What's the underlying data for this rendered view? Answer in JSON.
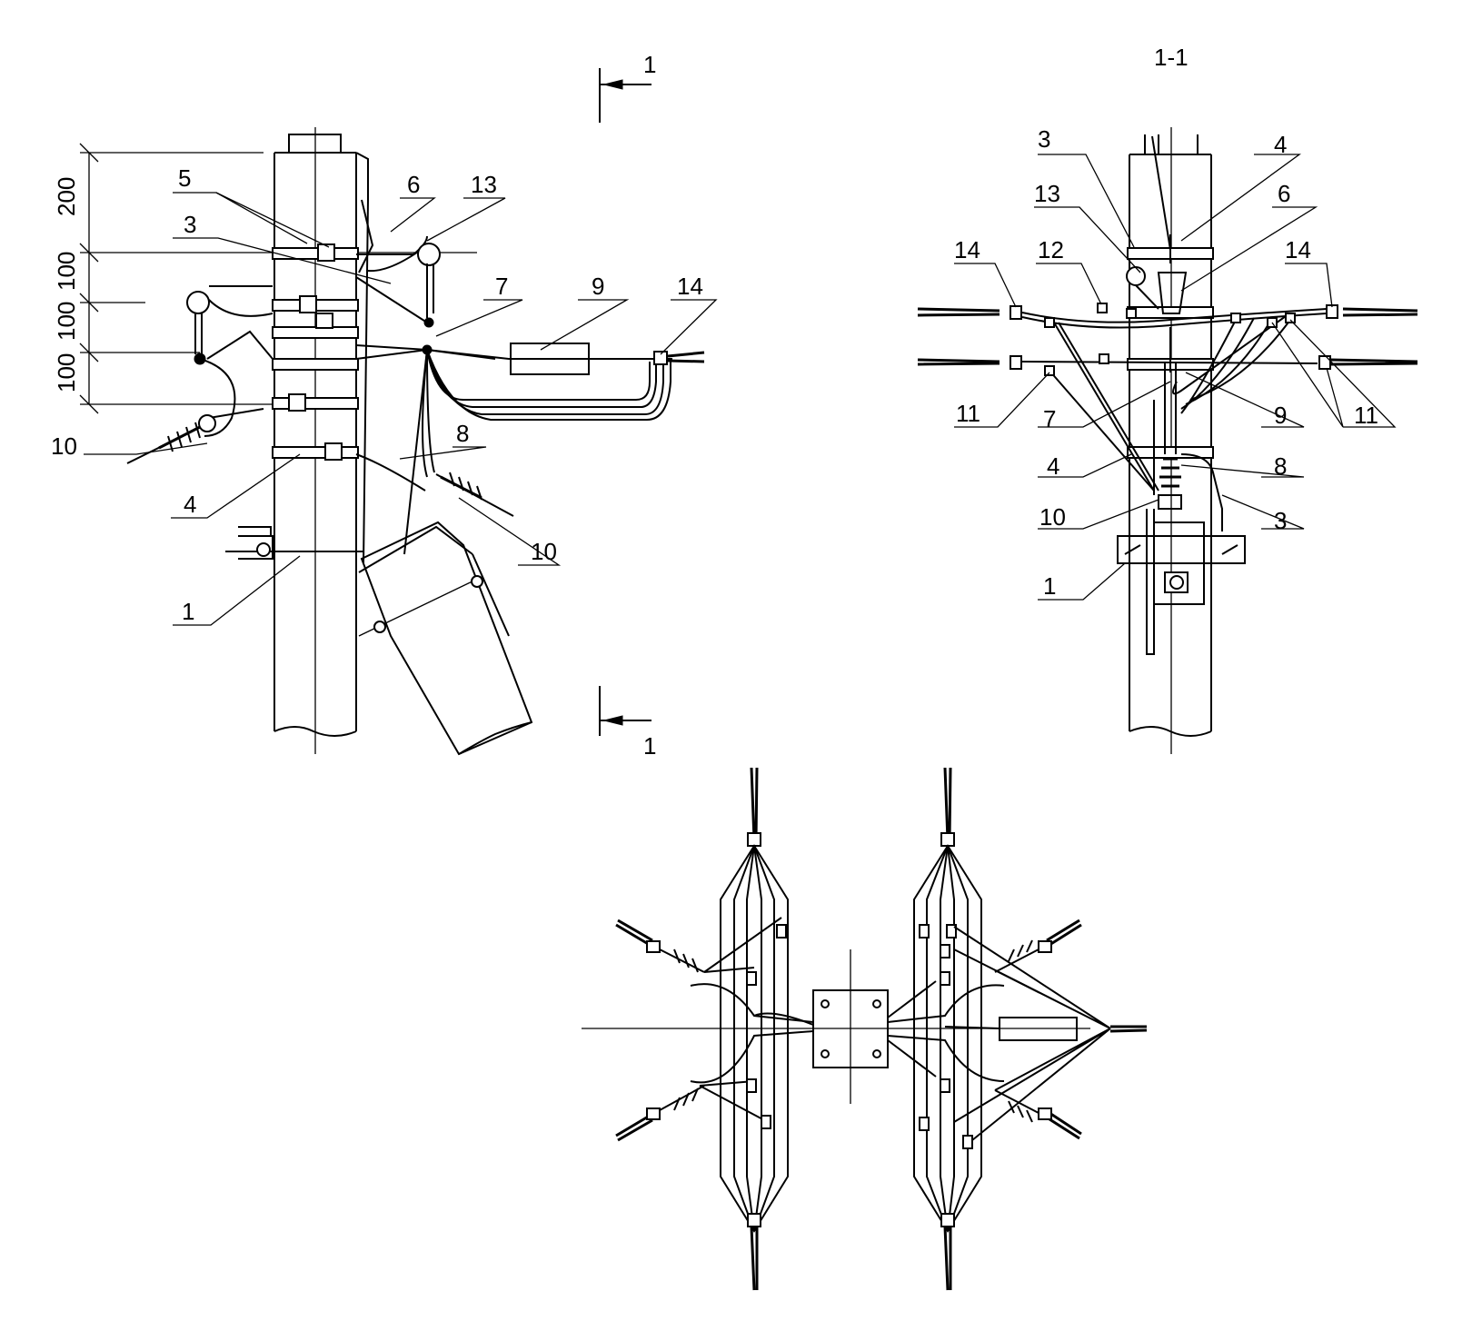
{
  "section": {
    "marker": "1",
    "title": "1-1"
  },
  "dimensions": [
    "200",
    "100",
    "100",
    "100"
  ],
  "front_view_callouts": [
    "5",
    "6",
    "13",
    "3",
    "7",
    "9",
    "14",
    "8",
    "10",
    "4",
    "10",
    "1"
  ],
  "side_view_callouts": [
    "3",
    "4",
    "13",
    "6",
    "14",
    "12",
    "14",
    "11",
    "7",
    "9",
    "11",
    "4",
    "8",
    "10",
    "3",
    "1"
  ],
  "colors": {
    "line": "#000000",
    "background": "#ffffff"
  }
}
